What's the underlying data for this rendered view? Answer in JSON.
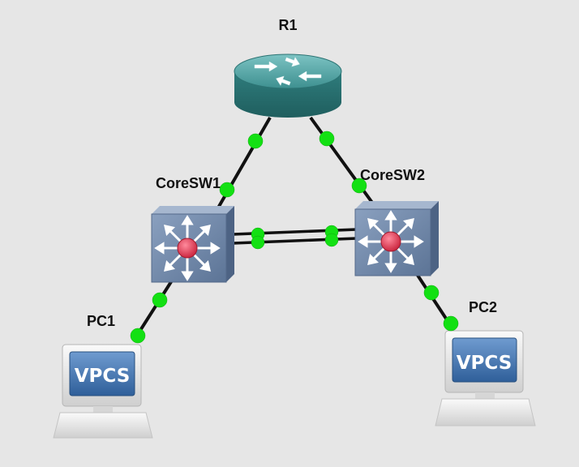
{
  "colors": {
    "background": "#e6e6e6",
    "link": "#111111",
    "port_indicator": "#13e013",
    "router_teal": "#3a8e8e",
    "switch_slate": "#6f86a6",
    "switch_hub_red": "#e03a52",
    "vpcs_blue": "#3f6fa6"
  },
  "nodes": {
    "r1": {
      "label": "R1",
      "type": "router",
      "icon": "router-icon"
    },
    "coresw1": {
      "label": "CoreSW1",
      "type": "multilayer-switch",
      "icon": "multilayer-switch-icon"
    },
    "coresw2": {
      "label": "CoreSW2",
      "type": "multilayer-switch",
      "icon": "multilayer-switch-icon"
    },
    "pc1": {
      "label": "PC1",
      "type": "vpcs",
      "icon": "vpcs-computer-icon",
      "screen_text": "VPCS"
    },
    "pc2": {
      "label": "PC2",
      "type": "vpcs",
      "icon": "vpcs-computer-icon",
      "screen_text": "VPCS"
    }
  },
  "links": [
    {
      "from": "R1",
      "to": "CoreSW1",
      "status": "up"
    },
    {
      "from": "R1",
      "to": "CoreSW2",
      "status": "up"
    },
    {
      "from": "CoreSW1",
      "to": "CoreSW2",
      "status": "up",
      "bundle": 2
    },
    {
      "from": "CoreSW1",
      "to": "PC1",
      "status": "up"
    },
    {
      "from": "CoreSW2",
      "to": "PC2",
      "status": "up"
    }
  ]
}
